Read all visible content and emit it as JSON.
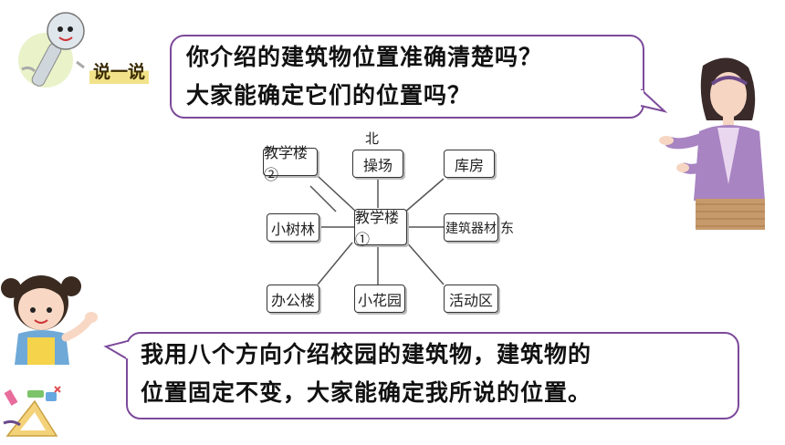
{
  "tag": {
    "label": "说一说"
  },
  "top_bubble": {
    "line1": "你介绍的建筑物位置准确清楚吗？",
    "line2": "大家能确定它们的位置吗？"
  },
  "bottom_bubble": {
    "line1": "我用八个方向介绍校园的建筑物，建筑物的",
    "line2": "位置固定不变，大家能确定我所说的位置。"
  },
  "map": {
    "north_label": "北",
    "east_label": "东",
    "center": "教学楼①",
    "nw": "教学楼②",
    "n": "操场",
    "ne": "库房",
    "w": "小树林",
    "e": "建筑器材",
    "sw": "办公楼",
    "s": "小花园",
    "se": "活动区"
  },
  "colors": {
    "bubble_border": "#7c4a9a",
    "tag_highlight": "#f2e38a"
  }
}
